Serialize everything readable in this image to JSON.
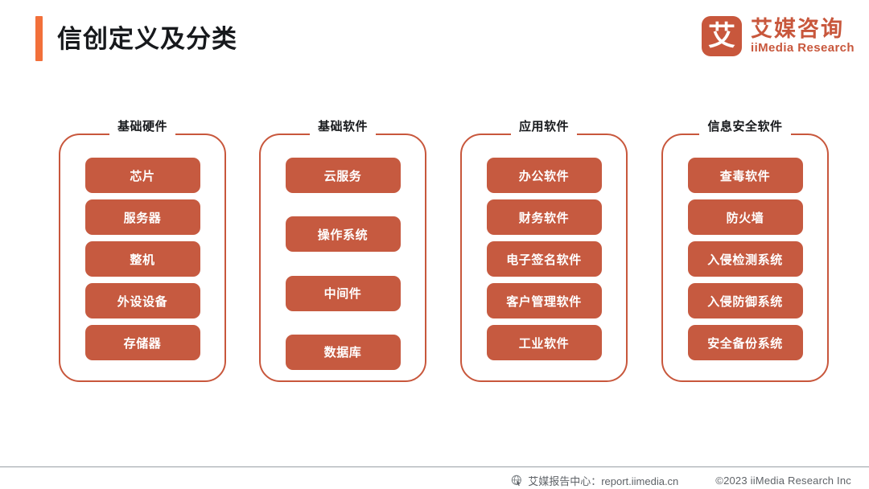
{
  "header": {
    "title": "信创定义及分类",
    "accent_color": "#F2703A"
  },
  "logo": {
    "mark_glyph": "艾",
    "name_cn": "艾媒咨询",
    "name_en": "iiMedia Research",
    "color": "#C8573C"
  },
  "diagram": {
    "box_color": "#C65A40",
    "frame_color": "#C8573C",
    "columns": [
      {
        "title": "基础硬件",
        "spacing": "tight",
        "items": [
          "芯片",
          "服务器",
          "整机",
          "外设设备",
          "存储器"
        ]
      },
      {
        "title": "基础软件",
        "spacing": "loose",
        "items": [
          "云服务",
          "操作系统",
          "中间件",
          "数据库"
        ]
      },
      {
        "title": "应用软件",
        "spacing": "tight",
        "items": [
          "办公软件",
          "财务软件",
          "电子签名软件",
          "客户管理软件",
          "工业软件"
        ]
      },
      {
        "title": "信息安全软件",
        "spacing": "tight",
        "items": [
          "查毒软件",
          "防火墙",
          "入侵检测系统",
          "入侵防御系统",
          "安全备份系统"
        ]
      }
    ]
  },
  "footer": {
    "report_center": "艾媒报告中心：report.iimedia.cn",
    "copyright": "©2023  iiMedia Research  Inc"
  }
}
